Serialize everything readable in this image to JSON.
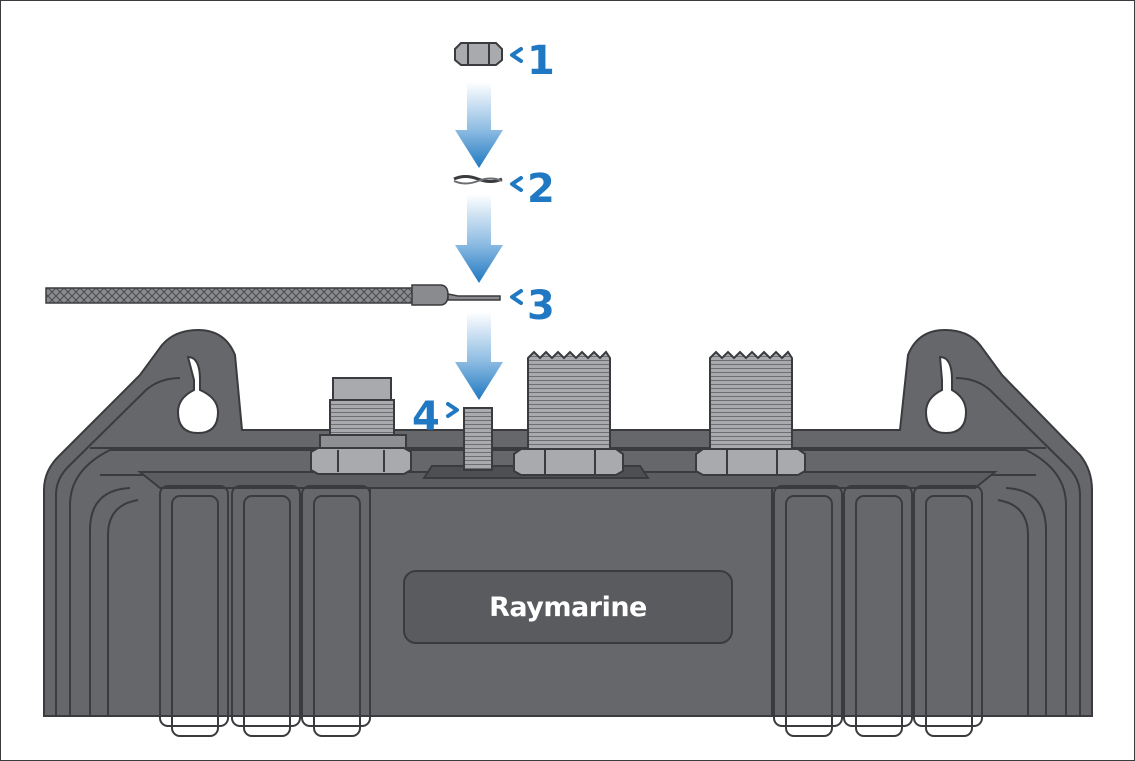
{
  "brand": {
    "logo_text": "Raymarine"
  },
  "steps": [
    {
      "number": "1",
      "part": "nut"
    },
    {
      "number": "2",
      "part": "washer"
    },
    {
      "number": "3",
      "part": "ground-cable"
    },
    {
      "number": "4",
      "part": "ground-stud"
    }
  ],
  "colors": {
    "callout_blue": "#1f78c1",
    "arrow_top": "#ffffff",
    "arrow_bottom": "#1f78c1",
    "unit_body": "#66676b",
    "unit_outline": "#3a3b3e",
    "connector_metal": "#a9aaad"
  }
}
